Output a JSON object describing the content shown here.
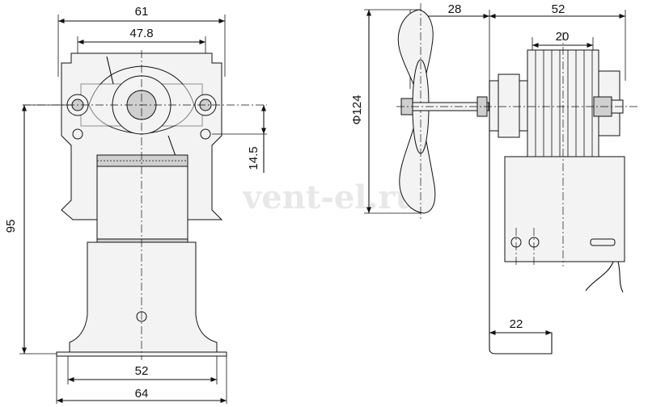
{
  "watermark": "vent-el.ru",
  "dimensions": {
    "front_width_top": "61",
    "front_hole_spacing": "47.8",
    "front_hole_offset": "14.5",
    "front_height": "95",
    "front_base_inner": "52",
    "front_base_outer": "64",
    "side_fan_offset": "28",
    "side_motor_depth": "52",
    "side_core_width": "20",
    "side_fan_diameter": "Φ124",
    "side_foot_length": "22"
  }
}
